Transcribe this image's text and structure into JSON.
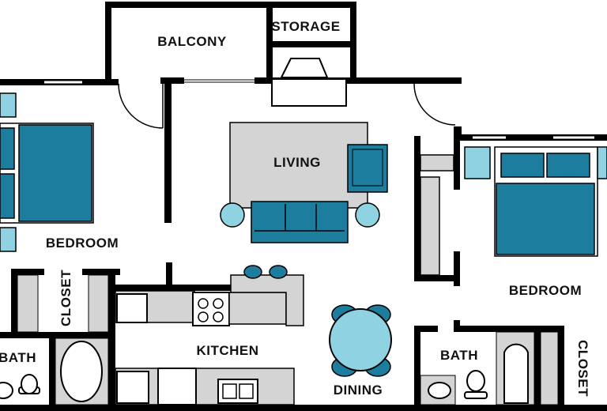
{
  "labels": {
    "balcony": "BALCONY",
    "storage": "STORAGE",
    "living": "LIVING",
    "bedroom_left": "BEDROOM",
    "bedroom_right": "BEDROOM",
    "closet_left": "CLOSET",
    "closet_right": "CLOSET",
    "bath_left": "BATH",
    "bath_right": "BATH",
    "kitchen": "KITCHEN",
    "dining": "DINING"
  },
  "colors": {
    "wall": "#000000",
    "furniture_blue": "#1d7d9e",
    "light_blue": "#8fd3e3",
    "gray": "#d4d4d4",
    "white": "#ffffff"
  }
}
